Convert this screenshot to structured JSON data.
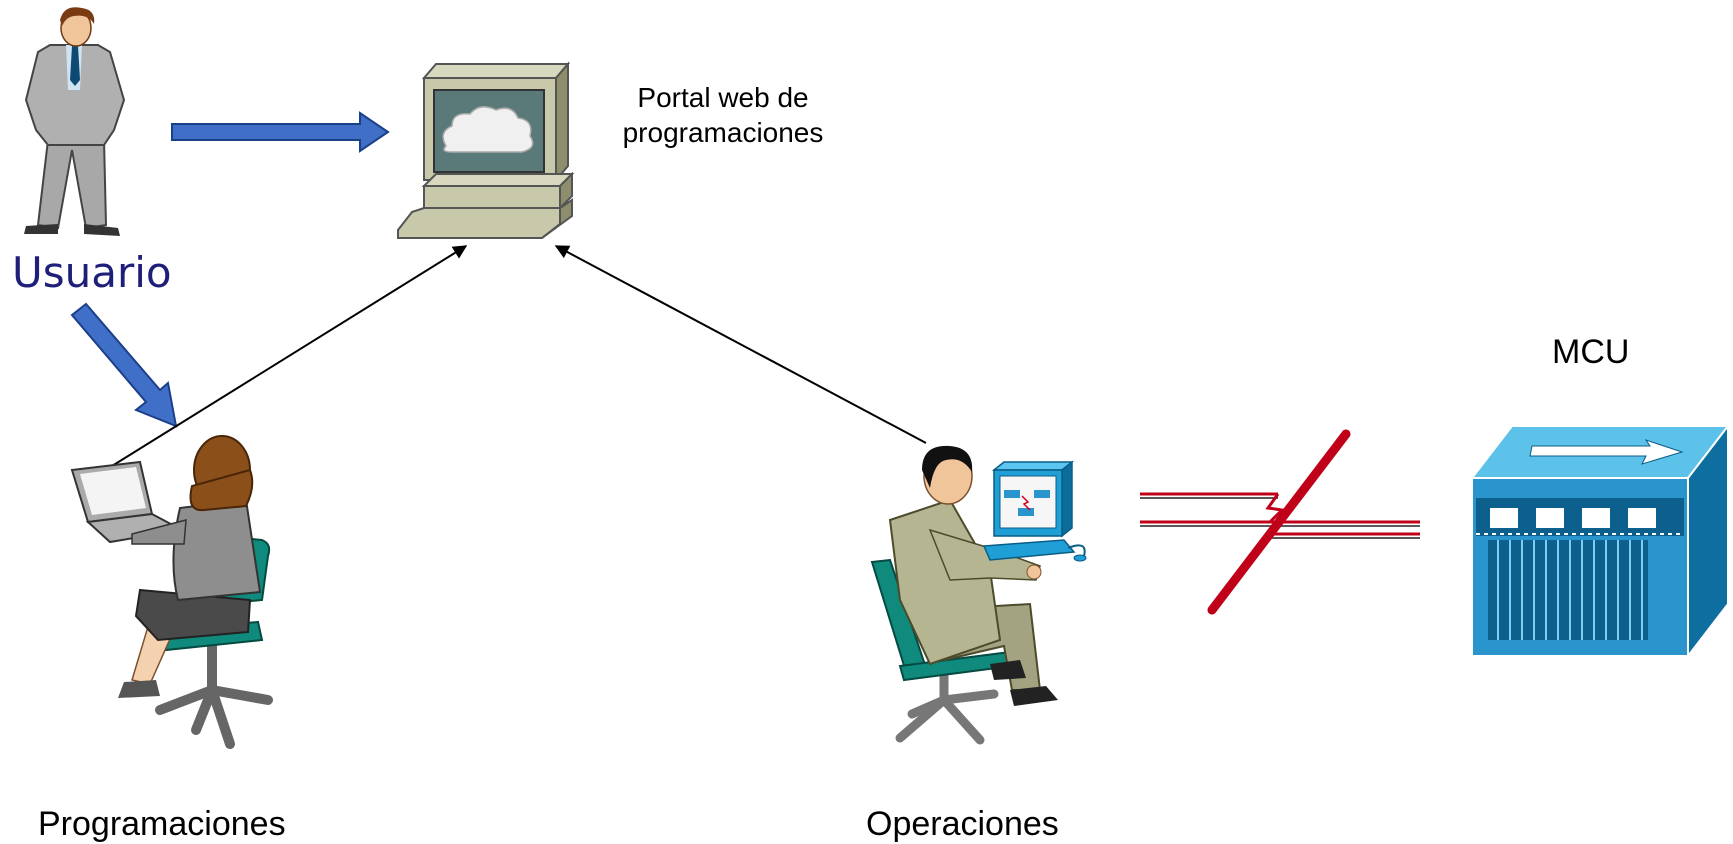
{
  "labels": {
    "usuario": "Usuario",
    "portal_line1": "Portal web de",
    "portal_line2": "programaciones",
    "mcu": "MCU",
    "programaciones": "Programaciones",
    "operaciones": "Operaciones"
  },
  "icons": {
    "user": "businessman-standing-icon",
    "portal": "web-server-computer-icon",
    "programaciones": "woman-at-laptop-icon",
    "operaciones": "operator-at-workstation-icon",
    "mcu": "mcu-switch-icon",
    "broken_link": "broken-link-icon"
  },
  "colors": {
    "blue_arrow": "#3f6fc7",
    "broken_link": "#c00018",
    "mcu_blue": "#2a95cc",
    "usuario_text": "#1f1f7a"
  }
}
